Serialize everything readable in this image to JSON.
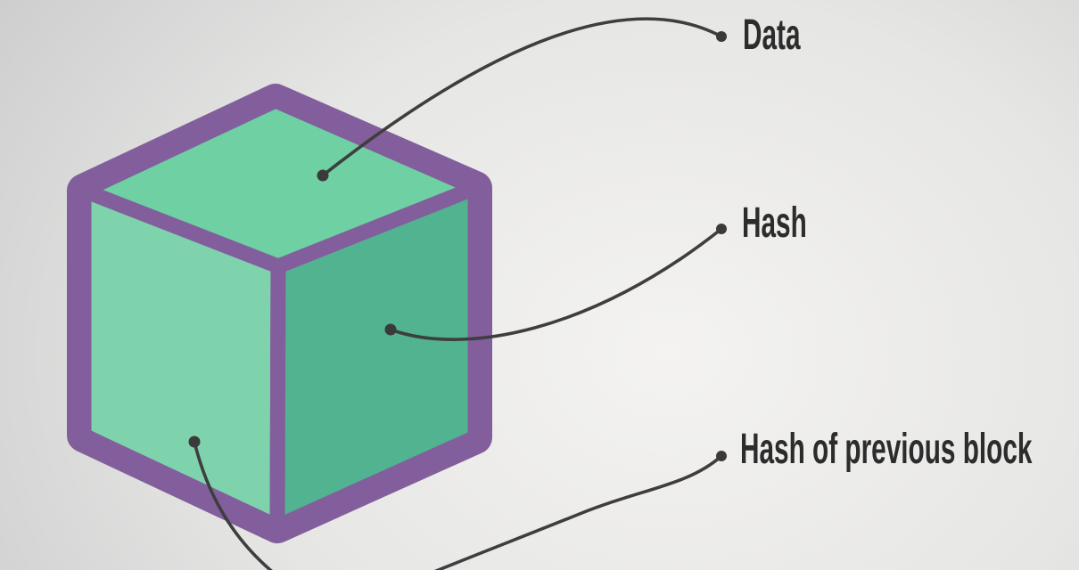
{
  "callouts": [
    {
      "label": "Data",
      "target": "cube-top-face"
    },
    {
      "label": "Hash",
      "target": "cube-right-face"
    },
    {
      "label": "Hash of previous block",
      "target": "cube-left-face"
    }
  ],
  "colors": {
    "bg-center": "#f4f3f1",
    "bg-mid": "#e6e6e4",
    "bg-edge": "#c8c8ca",
    "outline": "#825f9c",
    "face-top": "#6fd0a4",
    "face-left": "#7ed3ad",
    "face-right": "#52b391",
    "line": "#3e3e3e",
    "dot": "#3a3a3a",
    "text": "#2c2c2c"
  }
}
